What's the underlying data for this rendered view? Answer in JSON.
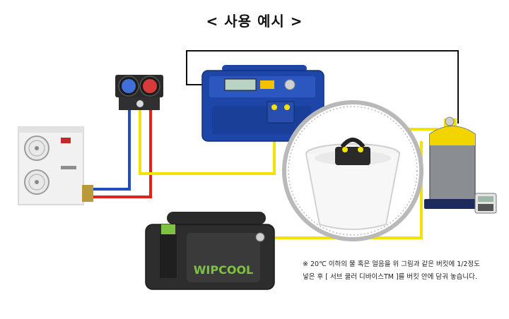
{
  "title": "< 사용 예시 >",
  "note": {
    "line1": "※ 20℃ 이하의 물 혹은 얼음을 위 그림과 같은 버킷에 1/2정도",
    "line2": "넣은 후 [ 서브 쿨러 디바이스TM ]를 버킷 안에 담궈 놓습니다."
  },
  "labels": {
    "pump_brand": "WIPCOOL"
  },
  "colors": {
    "hose_yellow": "#f2e400",
    "hose_blue": "#1f4fbf",
    "hose_red": "#e2231a",
    "hose_black": "#111111",
    "recovery_blue": "#1d46a8",
    "circle_grey": "#b9b9b9",
    "pump_green": "#7fc241"
  }
}
